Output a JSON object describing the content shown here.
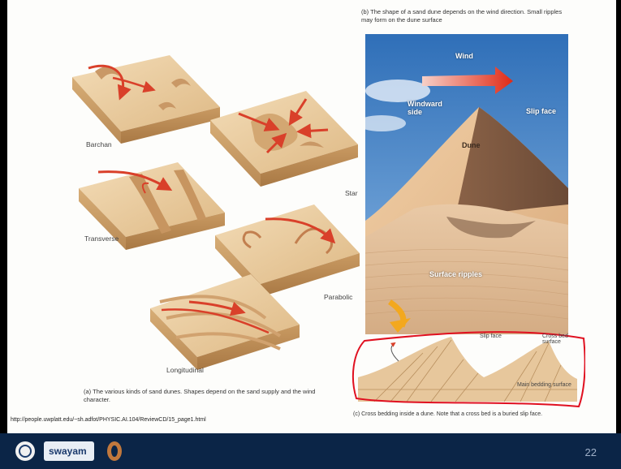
{
  "panel_b": {
    "caption": "(b) The shape of a sand dune depends on the wind direction. Small ripples may form on the dune surface",
    "wind_label": "Wind",
    "windward_label": "Windward side",
    "slipface_label": "Slip face",
    "dune_label": "Dune",
    "ripples_label": "Surface ripples"
  },
  "panel_a": {
    "barchan": "Barchan",
    "star": "Star",
    "transverse": "Transverse",
    "parabolic": "Parabolic",
    "longitudinal": "Longitudinal",
    "caption": "(a) The various kinds of sand dunes. Shapes depend on the sand supply and the wind character."
  },
  "panel_c": {
    "slipface": "Slip face",
    "crossbed": "Cross bed surface",
    "main_bedding": "Main bedding surface",
    "caption": "(c) Cross bedding inside a dune. Note that a cross bed is a buried slip face."
  },
  "url": "http://people.uwplatt.edu/~sh.adfot/PHYSIC.AI.104/ReviewCD/15_page1.html",
  "footer": {
    "logo_text": "swayam",
    "page_number": "22"
  },
  "colors": {
    "sand": "#e8c79a",
    "arrow": "#d9402a",
    "sky": "#3f7fc4",
    "footer": "#0b2547"
  }
}
